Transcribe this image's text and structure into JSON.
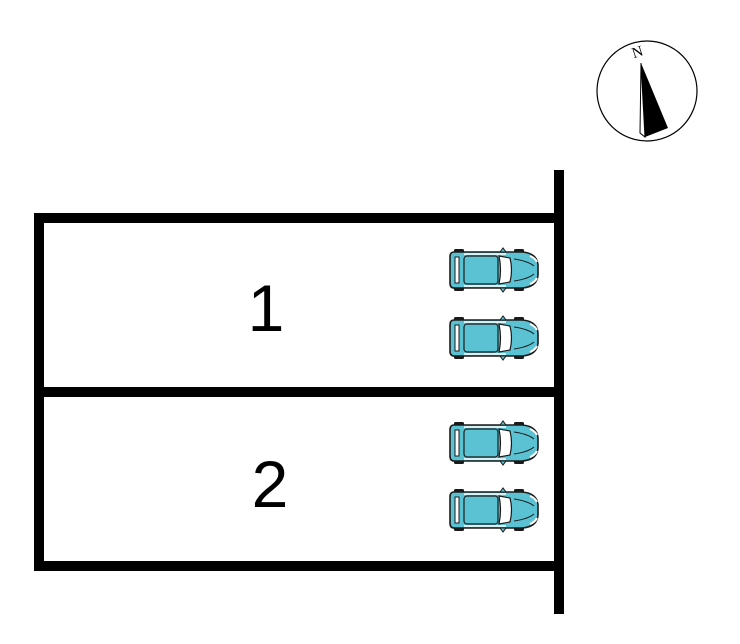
{
  "compass": {
    "label": "N",
    "icon": "north-arrow-icon"
  },
  "colors": {
    "line": "#000000",
    "car_body": "#5bc2d3",
    "car_outline": "#1a1a1a",
    "car_window": "#ffffff",
    "background": "#ffffff"
  },
  "lots": [
    {
      "label": "1",
      "cars": [
        {
          "icon": "car-icon",
          "facing": "right"
        },
        {
          "icon": "car-icon",
          "facing": "right"
        }
      ]
    },
    {
      "label": "2",
      "cars": [
        {
          "icon": "car-icon",
          "facing": "right"
        },
        {
          "icon": "car-icon",
          "facing": "right"
        }
      ]
    }
  ]
}
